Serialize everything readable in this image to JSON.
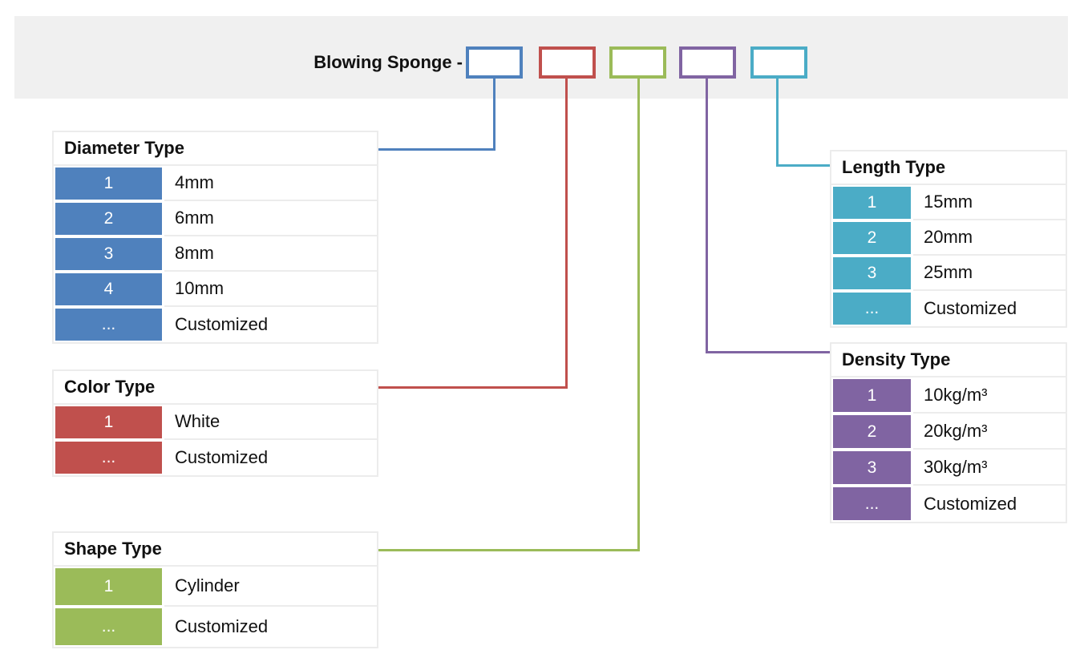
{
  "title": "Blowing Sponge -",
  "colors": {
    "diameter_accent": "#4F81BD",
    "color_accent": "#C0504D",
    "shape_accent": "#9BBB59",
    "density_accent": "#8064A2",
    "length_accent": "#4BACC6",
    "header_band": "#F0F0F0",
    "table_border": "#ECECEC"
  },
  "code_boxes": [
    {
      "id": "diameter",
      "color": "#4F81BD"
    },
    {
      "id": "color",
      "color": "#C0504D"
    },
    {
      "id": "shape",
      "color": "#9BBB59"
    },
    {
      "id": "density",
      "color": "#8064A2"
    },
    {
      "id": "length",
      "color": "#4BACC6"
    }
  ],
  "tables": [
    {
      "title": "Diameter Type",
      "accent": "#4F81BD",
      "rows": [
        {
          "code": "1",
          "value": "4mm"
        },
        {
          "code": "2",
          "value": "6mm"
        },
        {
          "code": "3",
          "value": "8mm"
        },
        {
          "code": "4",
          "value": "10mm"
        },
        {
          "code": "...",
          "value": "Customized"
        }
      ]
    },
    {
      "title": "Color Type",
      "accent": "#C0504D",
      "rows": [
        {
          "code": "1",
          "value": "White"
        },
        {
          "code": "...",
          "value": "Customized"
        }
      ]
    },
    {
      "title": "Shape Type",
      "accent": "#9BBB59",
      "rows": [
        {
          "code": "1",
          "value": "Cylinder"
        },
        {
          "code": "...",
          "value": "Customized"
        }
      ]
    },
    {
      "title": "Length Type",
      "accent": "#4BACC6",
      "rows": [
        {
          "code": "1",
          "value": "15mm"
        },
        {
          "code": "2",
          "value": "20mm"
        },
        {
          "code": "3",
          "value": "25mm"
        },
        {
          "code": "...",
          "value": "Customized"
        }
      ]
    },
    {
      "title": "Density Type",
      "accent": "#8064A2",
      "rows": [
        {
          "code": "1",
          "value": "10kg/m³"
        },
        {
          "code": "2",
          "value": "20kg/m³"
        },
        {
          "code": "3",
          "value": "30kg/m³"
        },
        {
          "code": "...",
          "value": "Customized"
        }
      ]
    }
  ]
}
